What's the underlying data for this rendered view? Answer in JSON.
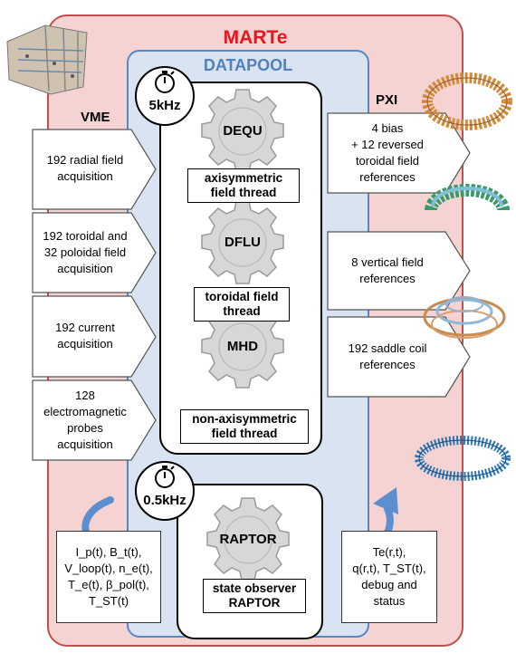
{
  "marte": {
    "title": "MARTe"
  },
  "datapool": {
    "title": "DATAPOOL"
  },
  "vme": {
    "title": "VME"
  },
  "pxi": {
    "title": "PXI"
  },
  "fast_block": {
    "rate": "5kHz"
  },
  "slow_block": {
    "rate": "0.5kHz"
  },
  "threads": [
    {
      "gear": "DEQU",
      "label_line1": "axisymmetric",
      "label_line2": "field thread"
    },
    {
      "gear": "DFLU",
      "label_line1": "toroidal field",
      "label_line2": "thread"
    },
    {
      "gear": "MHD",
      "label_line1": "non-axisymmetric",
      "label_line2": "field thread"
    },
    {
      "gear": "RAPTOR",
      "label_line1": "state observer",
      "label_line2": "RAPTOR"
    }
  ],
  "vme_inputs": [
    {
      "lines": [
        "192 radial field",
        "acquisition"
      ]
    },
    {
      "lines": [
        "192 toroidal and",
        "32 poloidal field",
        "acquisition"
      ]
    },
    {
      "lines": [
        "192 current",
        "acquisition"
      ]
    },
    {
      "lines": [
        "128",
        "electromagnetic",
        "probes",
        "acquisition"
      ]
    }
  ],
  "pxi_outputs": [
    {
      "lines": [
        "4 bias",
        "+ 12 reversed",
        "toroidal field",
        "references"
      ]
    },
    {
      "lines": [
        "8 vertical field",
        "references"
      ]
    },
    {
      "lines": [
        "192 saddle coil",
        "references"
      ]
    }
  ],
  "raptor_inputs": {
    "lines": [
      "I_p(t), B_t(t),",
      "V_loop(t), n_e(t),",
      "T_e(t), β_pol(t),",
      "T_ST(t)"
    ]
  },
  "raptor_outputs": {
    "lines": [
      "Te(r,t),",
      "q(r,t), T_ST(t),",
      "debug and",
      "status"
    ]
  },
  "colors": {
    "marte_fill": "#f6d3d3",
    "marte_border": "#c0504d",
    "marte_title": "#e8141e",
    "datapool_fill": "#d9e3f1",
    "datapool_border": "#5a86c4",
    "datapool_title": "#4f81bd",
    "cycle_arrow": "#5b8fd0",
    "gear": "#d4d4d4"
  },
  "icons": [
    "stopwatch-icon",
    "gear-icon",
    "vme-crate-image",
    "torus-coil-image"
  ]
}
